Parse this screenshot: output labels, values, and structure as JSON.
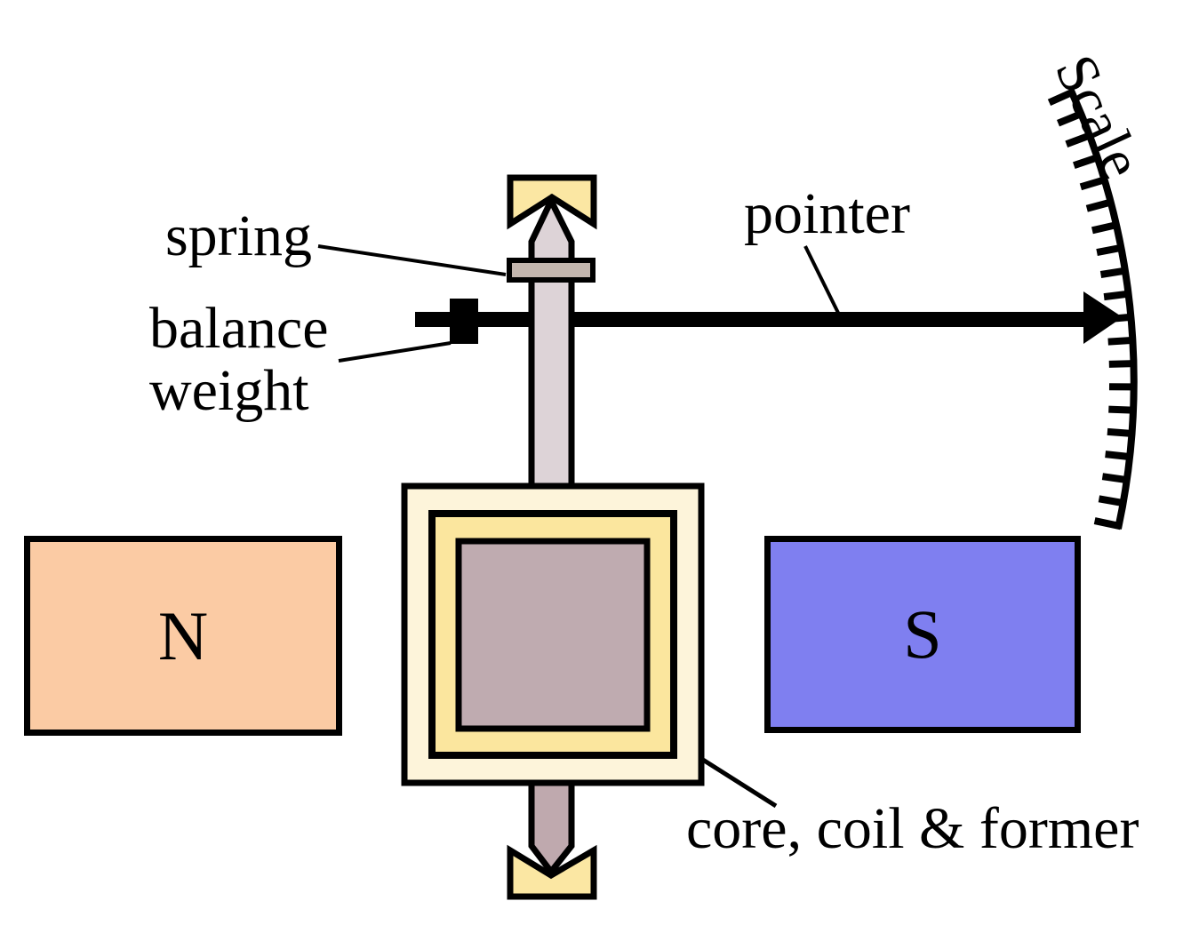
{
  "labels": {
    "spring": "spring",
    "balance_weight": "balance\nweight",
    "pointer": "pointer",
    "scale": "Scale",
    "core_coil_former": "core, coil & former",
    "magnet_north": "N",
    "magnet_south": "S"
  },
  "scale": {
    "tick_count": 20
  },
  "colors": {
    "background": "#FFFFFF",
    "line": "#000000",
    "magnet_north_fill": "#FBCBA4",
    "magnet_south_fill": "#7F7FF0",
    "former_fill": "#FDF4DA",
    "coil_fill": "#FBE69E",
    "core_fill": "#BFABB0",
    "spindle_upper_fill": "#DDD3D7",
    "spindle_lower_fill": "#BFA9AE",
    "spring_fill": "#C3B6AE",
    "bearing_fill": "#FBE7A3"
  }
}
